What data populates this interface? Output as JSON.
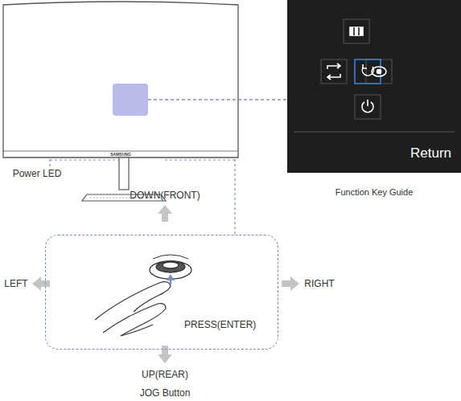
{
  "diagram": {
    "nodes": [
      {
        "text": [
          "Return",
          "Function Key Guide"
        ]
      },
      {
        "text": [
          "PRESS(ENTER)"
        ]
      }
    ],
    "labels": [
      "SAMSUNG",
      "Power LED",
      "DOWN(FRONT)",
      "LEFT",
      "RIGHT",
      "UP(REAR)",
      "JOG Button"
    ]
  }
}
